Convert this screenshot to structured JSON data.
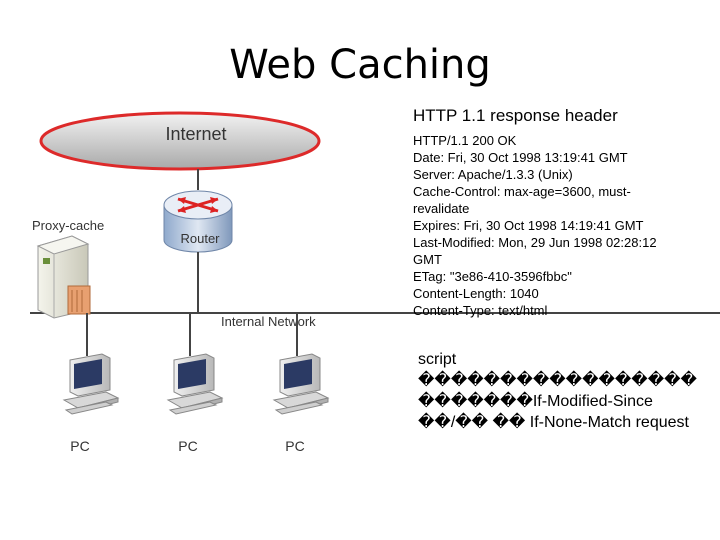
{
  "slide": {
    "title": "Web Caching"
  },
  "diagram": {
    "internet_label": "Internet",
    "router_label": "Router",
    "proxy_label": "Proxy-cache",
    "network_label": "Internal Network",
    "pc_labels": [
      "PC",
      "PC",
      "PC"
    ]
  },
  "response_header": {
    "heading": "HTTP 1.1 response header",
    "lines": [
      "HTTP/1.1 200 OK",
      "Date: Fri, 30 Oct 1998 13:19:41 GMT",
      "Server: Apache/1.3.3 (Unix)",
      "Cache-Control: max-age=3600, must-revalidate",
      "Expires: Fri, 30 Oct 1998 14:19:41 GMT",
      "Last-Modified: Mon, 29 Jun 1998 02:28:12 GMT",
      "ETag: \"3e86-410-3596fbbc\"",
      "Content-Length: 1040",
      "Content-Type: text/html"
    ]
  },
  "script_note": {
    "line1": "script",
    "line2": "�����������������",
    "line3": "�������If-Modified-Since",
    "line4": "��/�� �� If-None-Match request"
  }
}
